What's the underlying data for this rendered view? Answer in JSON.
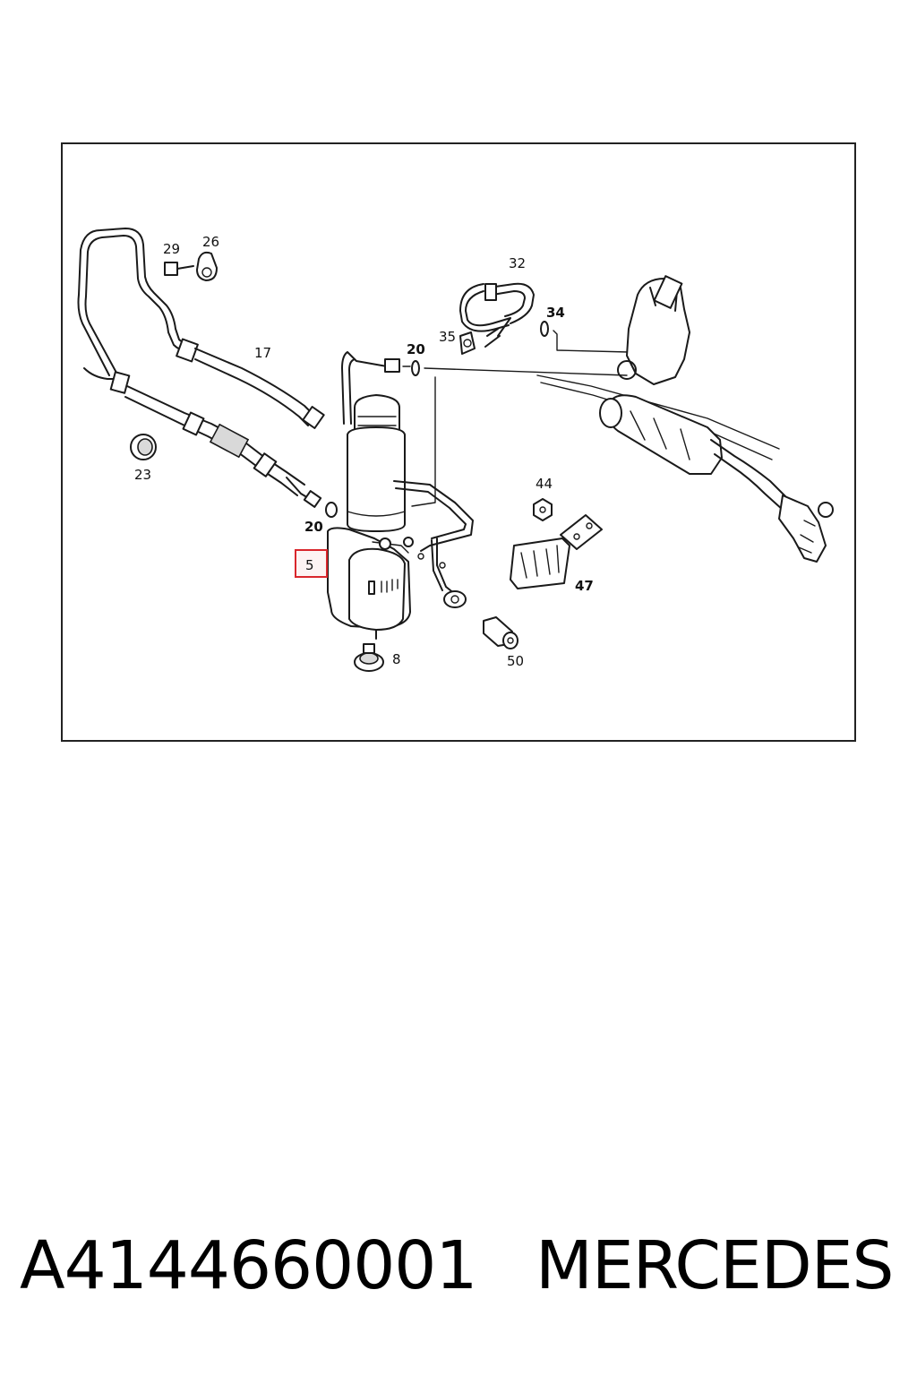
{
  "diagram": {
    "callouts": {
      "c29": "29",
      "c26": "26",
      "c32": "32",
      "c34": "34",
      "c17": "17",
      "c35": "35",
      "c20a": "20",
      "c23": "23",
      "c44": "44",
      "c20b": "20",
      "c5": "5",
      "c47": "47",
      "c8": "8",
      "c50": "50"
    },
    "highlight_color": "#d9262c"
  },
  "footer": {
    "part_number": "A4144660001",
    "brand": "MERCEDES"
  }
}
